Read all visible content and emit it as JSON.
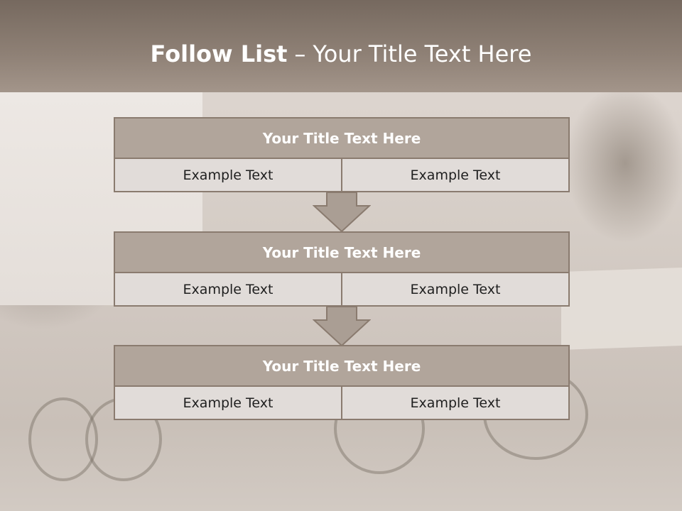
{
  "slide": {
    "title_bold": "Follow List",
    "title_dash": "–",
    "title_rest": "Your Title Text Here"
  },
  "blocks": [
    {
      "title": "Your Title Text Here",
      "left": "Example Text",
      "right": "Example Text"
    },
    {
      "title": "Your Title Text Here",
      "left": "Example Text",
      "right": "Example Text"
    },
    {
      "title": "Your Title Text Here",
      "left": "Example Text",
      "right": "Example Text"
    }
  ],
  "colors": {
    "header": "#8f8176",
    "block_title_fill": "#b1a59b",
    "cell_fill": "#e1dcd9",
    "border": "#8a7b6f"
  }
}
